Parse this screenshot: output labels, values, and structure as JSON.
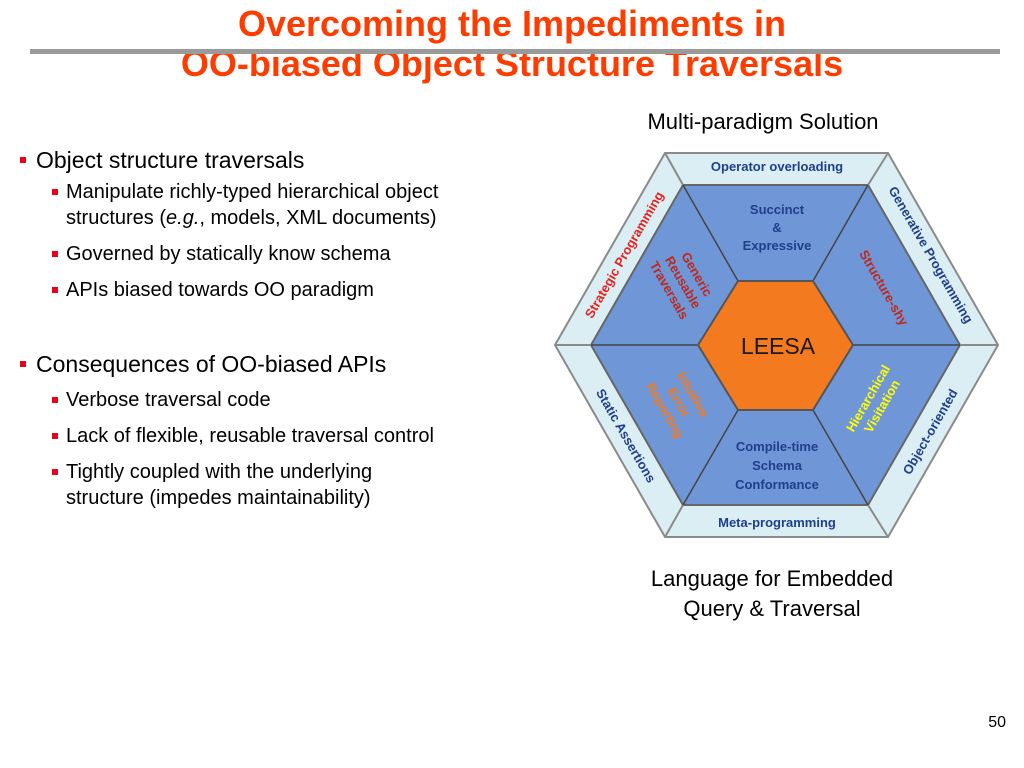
{
  "slide": {
    "title_line1": "Overcoming the Impediments in",
    "title_line2": "OO-biased Object Structure Traversals",
    "page_number": "50"
  },
  "bullets": {
    "group1": {
      "heading": "Object structure traversals",
      "item1_line1": "Manipulate richly-typed hierarchical object",
      "item1_line2_a": "structures (",
      "item1_line2_em": "e.g.",
      "item1_line2_b": ", models, XML documents)",
      "item2": "Governed by statically know schema",
      "item3": "APIs biased towards OO paradigm"
    },
    "group2": {
      "heading": "Consequences of OO-biased APIs",
      "item1": "Verbose traversal code",
      "item2": "Lack of flexible, reusable traversal control",
      "item3_line1": "Tightly coupled with the underlying",
      "item3_line2": "structure (impedes maintainability)"
    }
  },
  "diagram": {
    "caption_top": "Multi-paradigm Solution",
    "caption_bottom_line1": "Language for Embedded",
    "caption_bottom_line2": "Query & Traversal",
    "center": "LEESA",
    "outer": {
      "top": "Operator overloading",
      "top_right": "Generative Programming",
      "bottom_right": "Object-oriented",
      "bottom": "Meta-programming",
      "bottom_left": "Static Assertions",
      "top_left": "Strategic Programming"
    },
    "middle": {
      "top_line1": "Succinct",
      "top_line2": "&",
      "top_line3": "Expressive",
      "top_right": "Structure-shy",
      "bottom_right_line1": "Hierarchical",
      "bottom_right_line2": "Visitation",
      "bottom_line1": "Compile-time",
      "bottom_line2": "Schema",
      "bottom_line3": "Conformance",
      "bottom_left_line1": "Intuitive",
      "bottom_left_line2": "Error",
      "bottom_left_line3": "Reporting",
      "top_left_line1": "Generic",
      "top_left_line2": "Reusable",
      "top_left_line3": "Traversals"
    },
    "colors": {
      "outer_fill": "#daeef3",
      "middle_fill": "#6f96d6",
      "center_fill": "#f47a20",
      "outer_text": "#1f3f8c",
      "outer_text_red": "#e8201c",
      "middle_text_white": "#ffffff",
      "middle_text_red": "#c0281c",
      "middle_text_yellow": "#ffff00",
      "middle_text_orange": "#f47a20"
    }
  }
}
